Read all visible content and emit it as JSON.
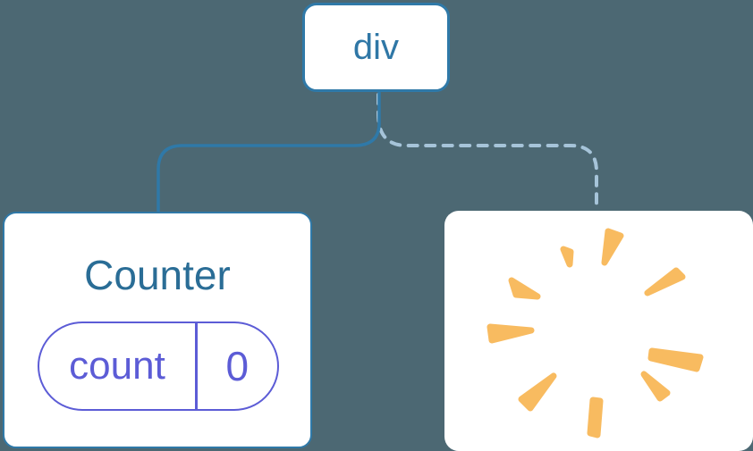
{
  "diagram": {
    "root_node": {
      "label": "div"
    },
    "counter_card": {
      "title": "Counter",
      "state_pill": {
        "key_label": "count",
        "value": "0"
      }
    },
    "removed_card": {
      "icon": "poof-burst-icon"
    },
    "connectors": {
      "left_branch_style": "solid",
      "right_branch_style": "dashed"
    },
    "colors": {
      "background": "#4C6873",
      "card_background": "#FFFFFF",
      "node_border_blue": "#2F79A8",
      "node_text_blue": "#2F77A6",
      "counter_title_blue": "#2A6D96",
      "dashed_line_blue": "#A6C4D9",
      "state_indigo": "#5C5CD6",
      "burst_orange": "#F8BB60"
    }
  }
}
